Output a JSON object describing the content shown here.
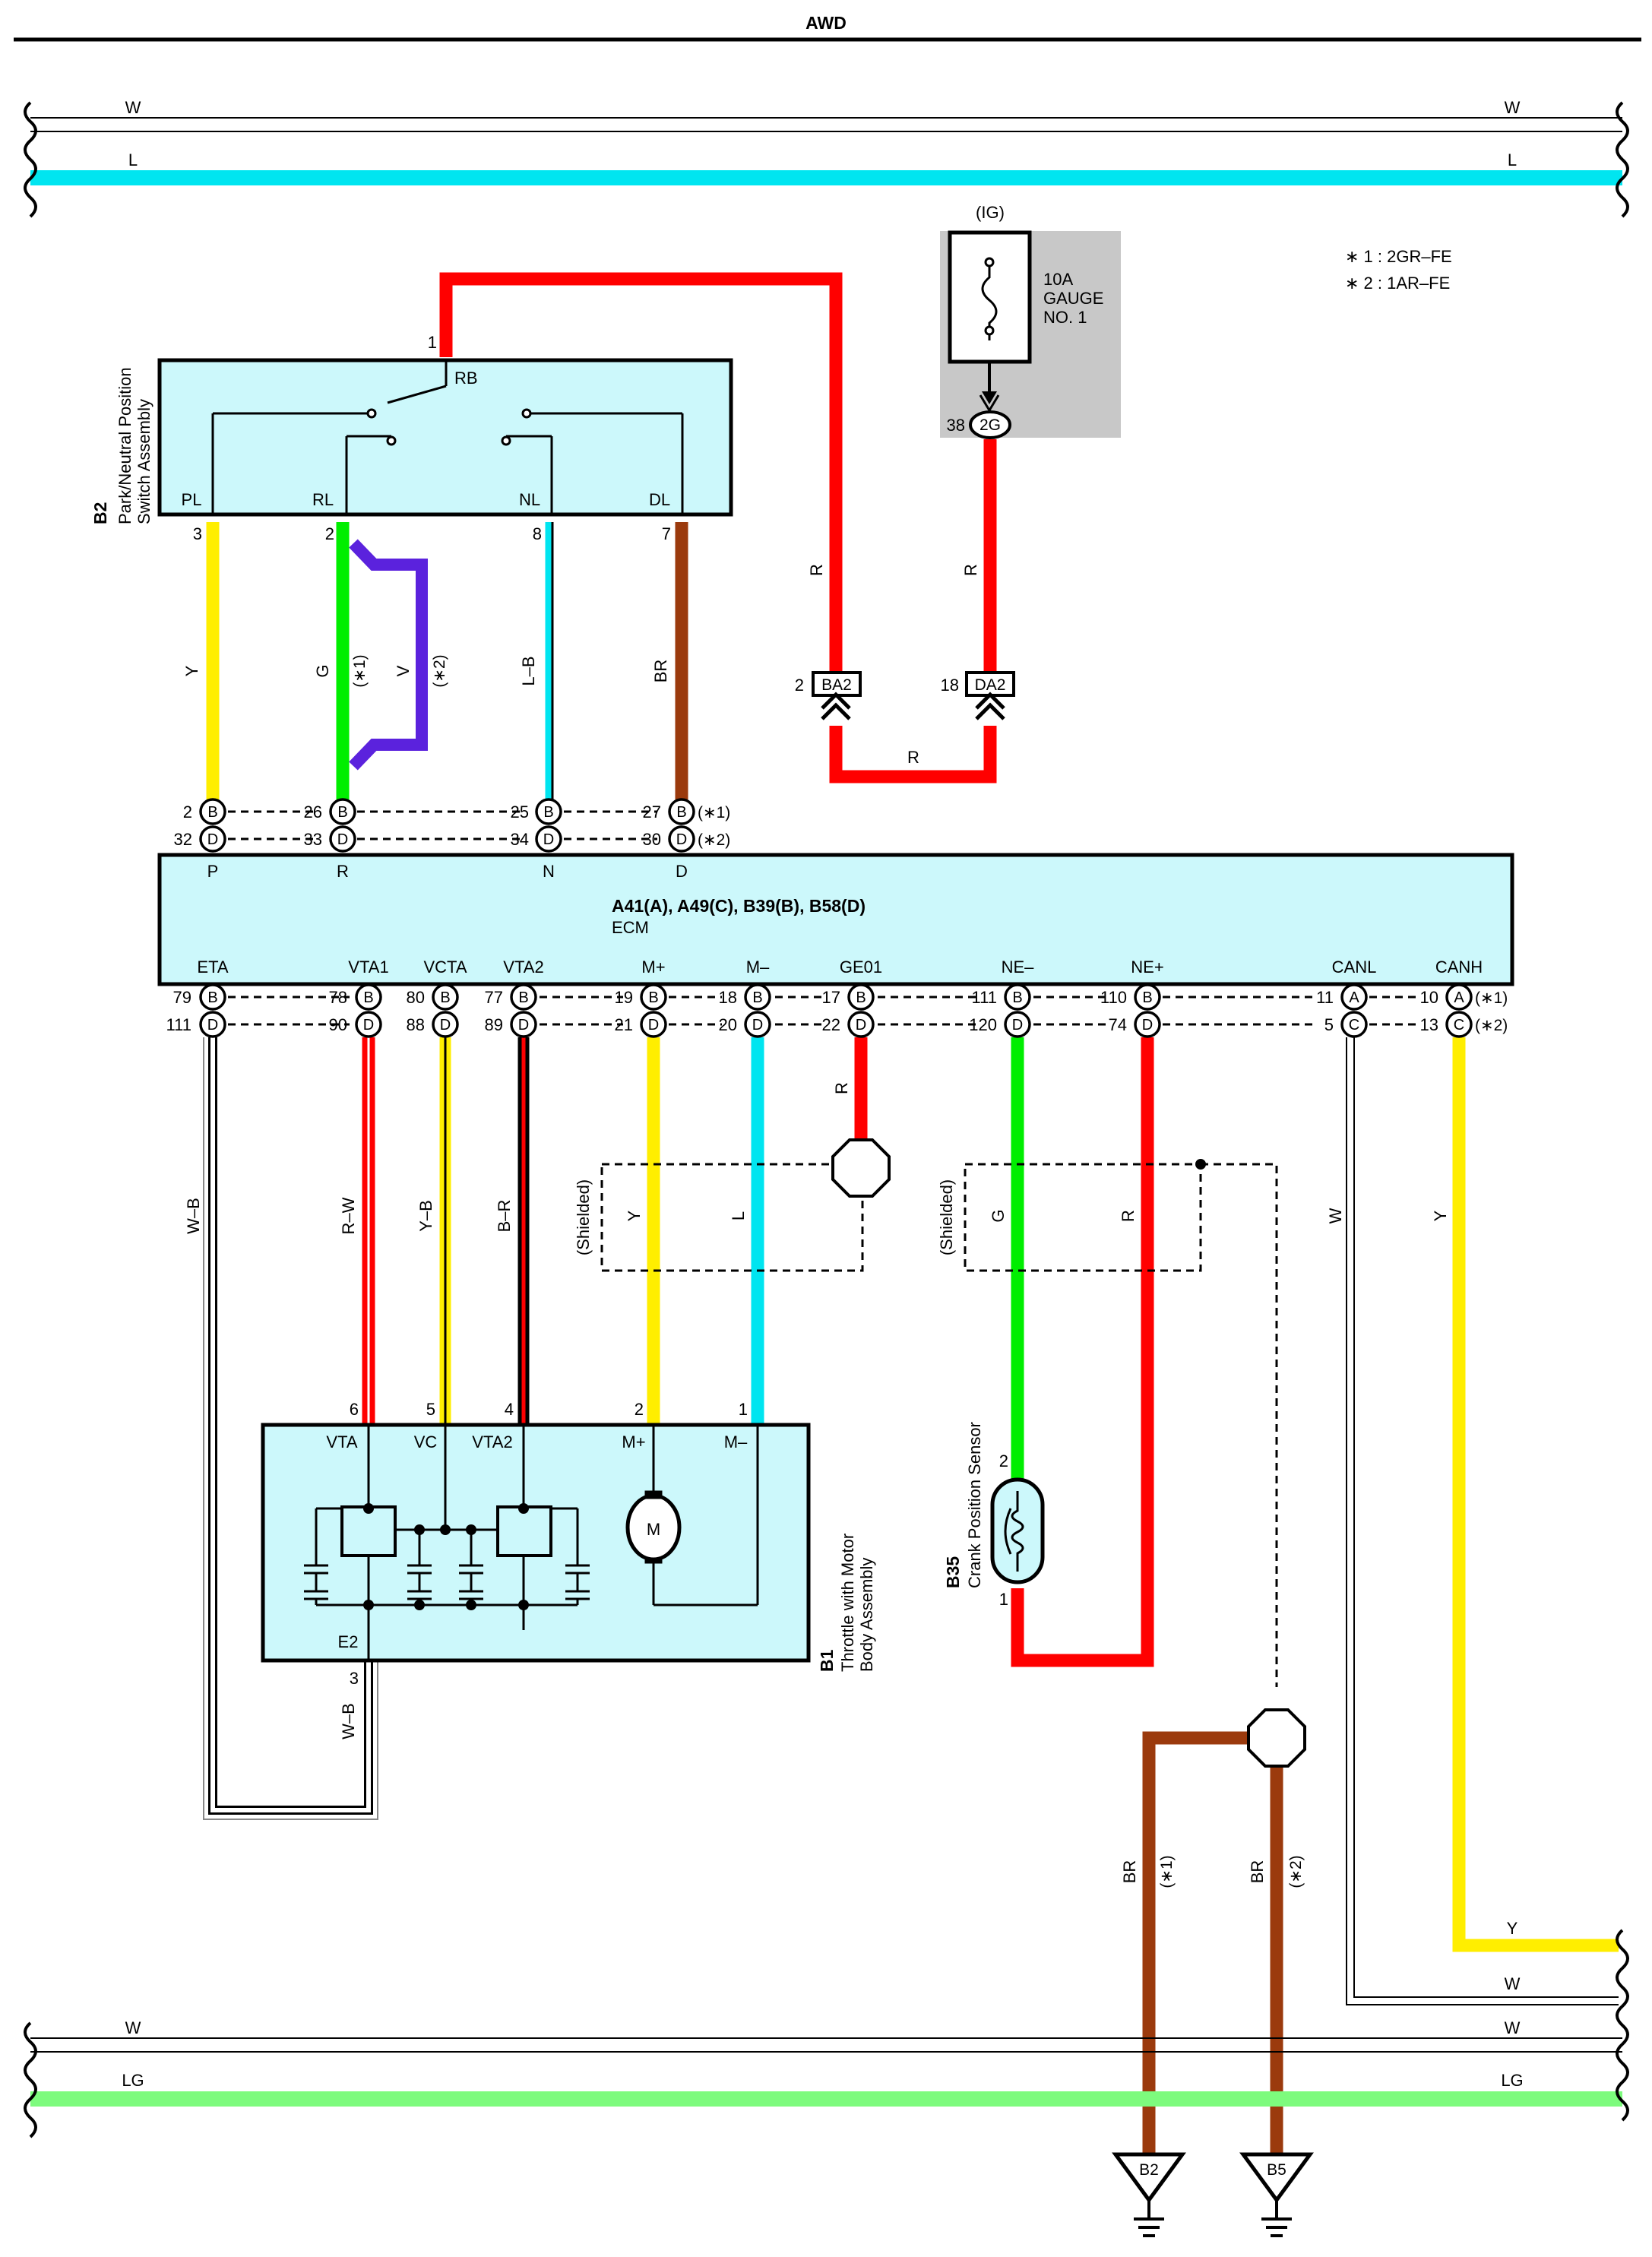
{
  "header": {
    "title": "AWD"
  },
  "notes": {
    "n1": "∗ 1 : 2GR–FE",
    "n2": "∗ 2 : 1AR–FE"
  },
  "bus": {
    "top_w_left": "W",
    "top_w_right": "W",
    "top_l_left": "L",
    "top_l_right": "L",
    "bot_w_left": "W",
    "bot_w_right": "W",
    "bot_lg_left": "LG",
    "bot_lg_right": "LG",
    "right_y": "Y",
    "right_w": "W"
  },
  "colors": {
    "red": "#ff0000",
    "yellow": "#ffee00",
    "green": "#00ee00",
    "cyan": "#00e5f0",
    "brown": "#9b3a0d",
    "violet": "#5b22dd",
    "lightgreen": "#7dfb7d",
    "box_fill": "#ccf8fb",
    "fuse_bg": "#c8c8c8"
  },
  "fuse": {
    "source": "(IG)",
    "line1": "10A",
    "line2": "GAUGE",
    "line3": "NO. 1",
    "pin": "38",
    "connector": "2G"
  },
  "wire_r_top": {
    "pin": "1",
    "label_r1": "R",
    "label_r2": "R",
    "label_r3": "R"
  },
  "junctions": {
    "ba2": "BA2",
    "ba2_pin": "2",
    "da2": "DA2",
    "da2_pin": "18"
  },
  "b2": {
    "code": "B2",
    "name1": "Park/Neutral Position",
    "name2": "Switch Assembly",
    "rb": "RB",
    "pl": "PL",
    "rl": "RL",
    "nl": "NL",
    "dl": "DL",
    "pin_pl": "3",
    "pin_rl": "2",
    "pin_nl": "8",
    "pin_dl": "7",
    "wire_pl": "Y",
    "wire_rl": "G",
    "wire_rl_note": "(∗1)",
    "wire_v": "V",
    "wire_v_note": "(∗2)",
    "wire_nl": "L–B",
    "wire_dl": "BR"
  },
  "ecm_top_pins": {
    "p_b": "2",
    "p_d": "32",
    "r_b": "26",
    "r_d": "33",
    "n_b": "25",
    "n_d": "34",
    "d_b": "27",
    "d_d": "30",
    "b": "B",
    "d": "D",
    "note1": "(∗1)",
    "note2": "(∗2)"
  },
  "ecm": {
    "title": "A41(A), A49(C), B39(B), B58(D)",
    "name": "ECM",
    "p": "P",
    "r": "R",
    "n": "N",
    "d": "D",
    "eta": "ETA",
    "vta1": "VTA1",
    "vcta": "VCTA",
    "vta2": "VTA2",
    "mp": "M+",
    "mm": "M–",
    "ge01": "GE01",
    "nem": "NE–",
    "nep": "NE+",
    "canl": "CANL",
    "canh": "CANH"
  },
  "ecm_bottom_pins": {
    "eta_b": "79",
    "eta_d": "111",
    "vta1_b": "78",
    "vta1_d": "90",
    "vcta_b": "80",
    "vcta_d": "88",
    "vta2_b": "77",
    "vta2_d": "89",
    "mp_b": "19",
    "mp_d": "21",
    "mm_b": "18",
    "mm_d": "20",
    "ge_b": "17",
    "ge_d": "22",
    "nem_b": "111",
    "nem_d": "120",
    "nep_b": "110",
    "nep_d": "74",
    "canl_a": "11",
    "canl_c": "5",
    "canh_a": "10",
    "canh_c": "13",
    "a": "A",
    "c": "C",
    "b": "B",
    "d": "D",
    "note1": "(∗1)",
    "note2": "(∗2)"
  },
  "wires_mid": {
    "eta": "W–B",
    "vta1": "R–W",
    "vcta": "Y–B",
    "vta2": "B–R",
    "mp": "Y",
    "mm": "L",
    "ge": "R",
    "nem": "G",
    "nep": "R",
    "canl": "W",
    "canh": "Y",
    "shielded": "(Shielded)"
  },
  "b1": {
    "code": "B1",
    "name1": "Throttle with Motor",
    "name2": "Body Assembly",
    "vta": "VTA",
    "vc": "VC",
    "vta2": "VTA2",
    "mp": "M+",
    "mm": "M–",
    "e2": "E2",
    "motor": "M",
    "pin_vta": "6",
    "pin_vc": "5",
    "pin_vta2": "4",
    "pin_mp": "2",
    "pin_mm": "1",
    "pin_e2": "3",
    "wire_e2": "W–B"
  },
  "b35": {
    "code": "B35",
    "name": "Crank Position Sensor",
    "pin_top": "2",
    "pin_bot": "1"
  },
  "grounds": {
    "g1": "B2",
    "g2": "B5",
    "wire1": "BR",
    "wire1_note": "(∗1)",
    "wire2": "BR",
    "wire2_note": "(∗2)"
  }
}
